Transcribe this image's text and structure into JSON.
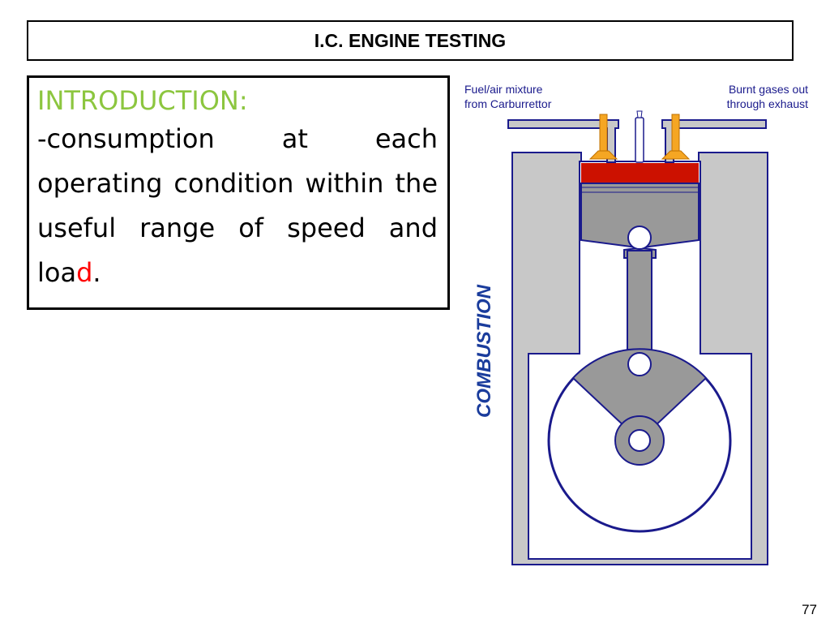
{
  "slide": {
    "title": "I.C. ENGINE TESTING",
    "page_number": "77"
  },
  "intro": {
    "heading": "INTRODUCTION:",
    "body_main": "-consumption at each operating condition within the useful range of speed and loa",
    "body_red": "d",
    "body_end": "."
  },
  "diagram": {
    "label_left_line1": "Fuel/air mixture",
    "label_left_line2": "from Carburrettor",
    "label_right_line1": "Burnt gases out",
    "label_right_line2": "through exhaust",
    "stroke_label": "COMBUSTION",
    "colors": {
      "outline": "#1a1a8c",
      "body_fill": "#c8c8c8",
      "moving_parts": "#999999",
      "valve": "#f5a623",
      "combustion": "#cc1100",
      "stroke_label": "#1a3c9c",
      "heading_green": "#8cc63f"
    }
  }
}
